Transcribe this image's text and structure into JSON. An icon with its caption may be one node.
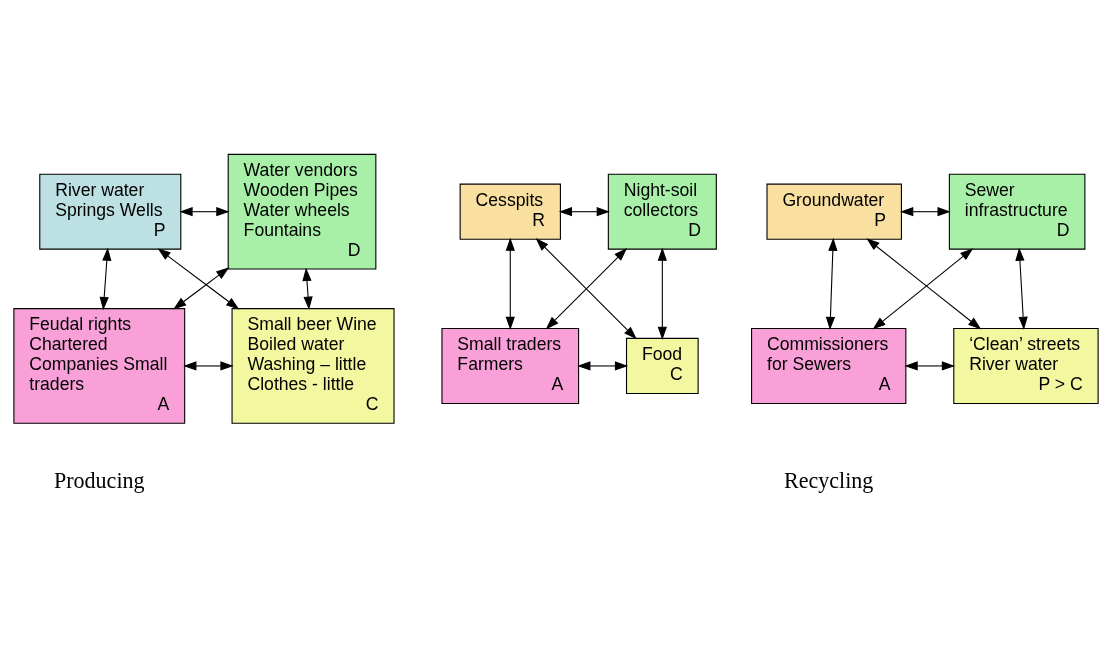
{
  "diagram": {
    "nodes": [
      {
        "text": [
          "River water Springs Wells",
          "P"
        ]
      },
      {
        "text": [
          "Water vendors Wooden Pipes Water wheels Fountains",
          "D"
        ]
      },
      {
        "text": [
          "Feudal rights Chartered Companies Small traders",
          "A"
        ]
      },
      {
        "text": [
          "Small beer Wine Boiled water Washing – little Clothes - little",
          "C"
        ]
      },
      {
        "text": [
          "Cesspits",
          "R"
        ]
      },
      {
        "text": [
          "Night-soil collectors",
          "D"
        ]
      },
      {
        "text": [
          "Small traders Farmers",
          "A"
        ]
      },
      {
        "text": [
          "Food",
          "C"
        ]
      },
      {
        "text": [
          "Groundwater",
          "P"
        ]
      },
      {
        "text": [
          "Sewer infrastructure",
          "D"
        ]
      },
      {
        "text": [
          "Commissioners for Sewers",
          "A"
        ]
      },
      {
        "text": [
          "‘Clean’ streets River water",
          "P > C"
        ]
      }
    ],
    "edges": [
      {
        "from": 0,
        "to": 1,
        "arrow": "both"
      },
      {
        "from": 0,
        "to": 2,
        "arrow": "both"
      },
      {
        "from": 1,
        "to": 3,
        "arrow": "both"
      },
      {
        "from": 0,
        "to": 3,
        "arrow": "both"
      },
      {
        "from": 1,
        "to": 2,
        "arrow": "both"
      },
      {
        "from": 2,
        "to": 3,
        "arrow": "both"
      },
      {
        "from": 4,
        "to": 5,
        "arrow": "both"
      },
      {
        "from": 4,
        "to": 6,
        "arrow": "both"
      },
      {
        "from": 5,
        "to": 7,
        "arrow": "both"
      },
      {
        "from": 4,
        "to": 7,
        "arrow": "both"
      },
      {
        "from": 5,
        "to": 6,
        "arrow": "both"
      },
      {
        "from": 6,
        "to": 7,
        "arrow": "both"
      },
      {
        "from": 8,
        "to": 9,
        "arrow": "both"
      },
      {
        "from": 8,
        "to": 10,
        "arrow": "both"
      },
      {
        "from": 9,
        "to": 11,
        "arrow": "both"
      },
      {
        "from": 8,
        "to": 11,
        "arrow": "both"
      },
      {
        "from": 9,
        "to": 10,
        "arrow": "both"
      },
      {
        "from": 10,
        "to": 11,
        "arrow": "both"
      }
    ],
    "labels": [
      "Producing",
      "Recycling"
    ]
  }
}
